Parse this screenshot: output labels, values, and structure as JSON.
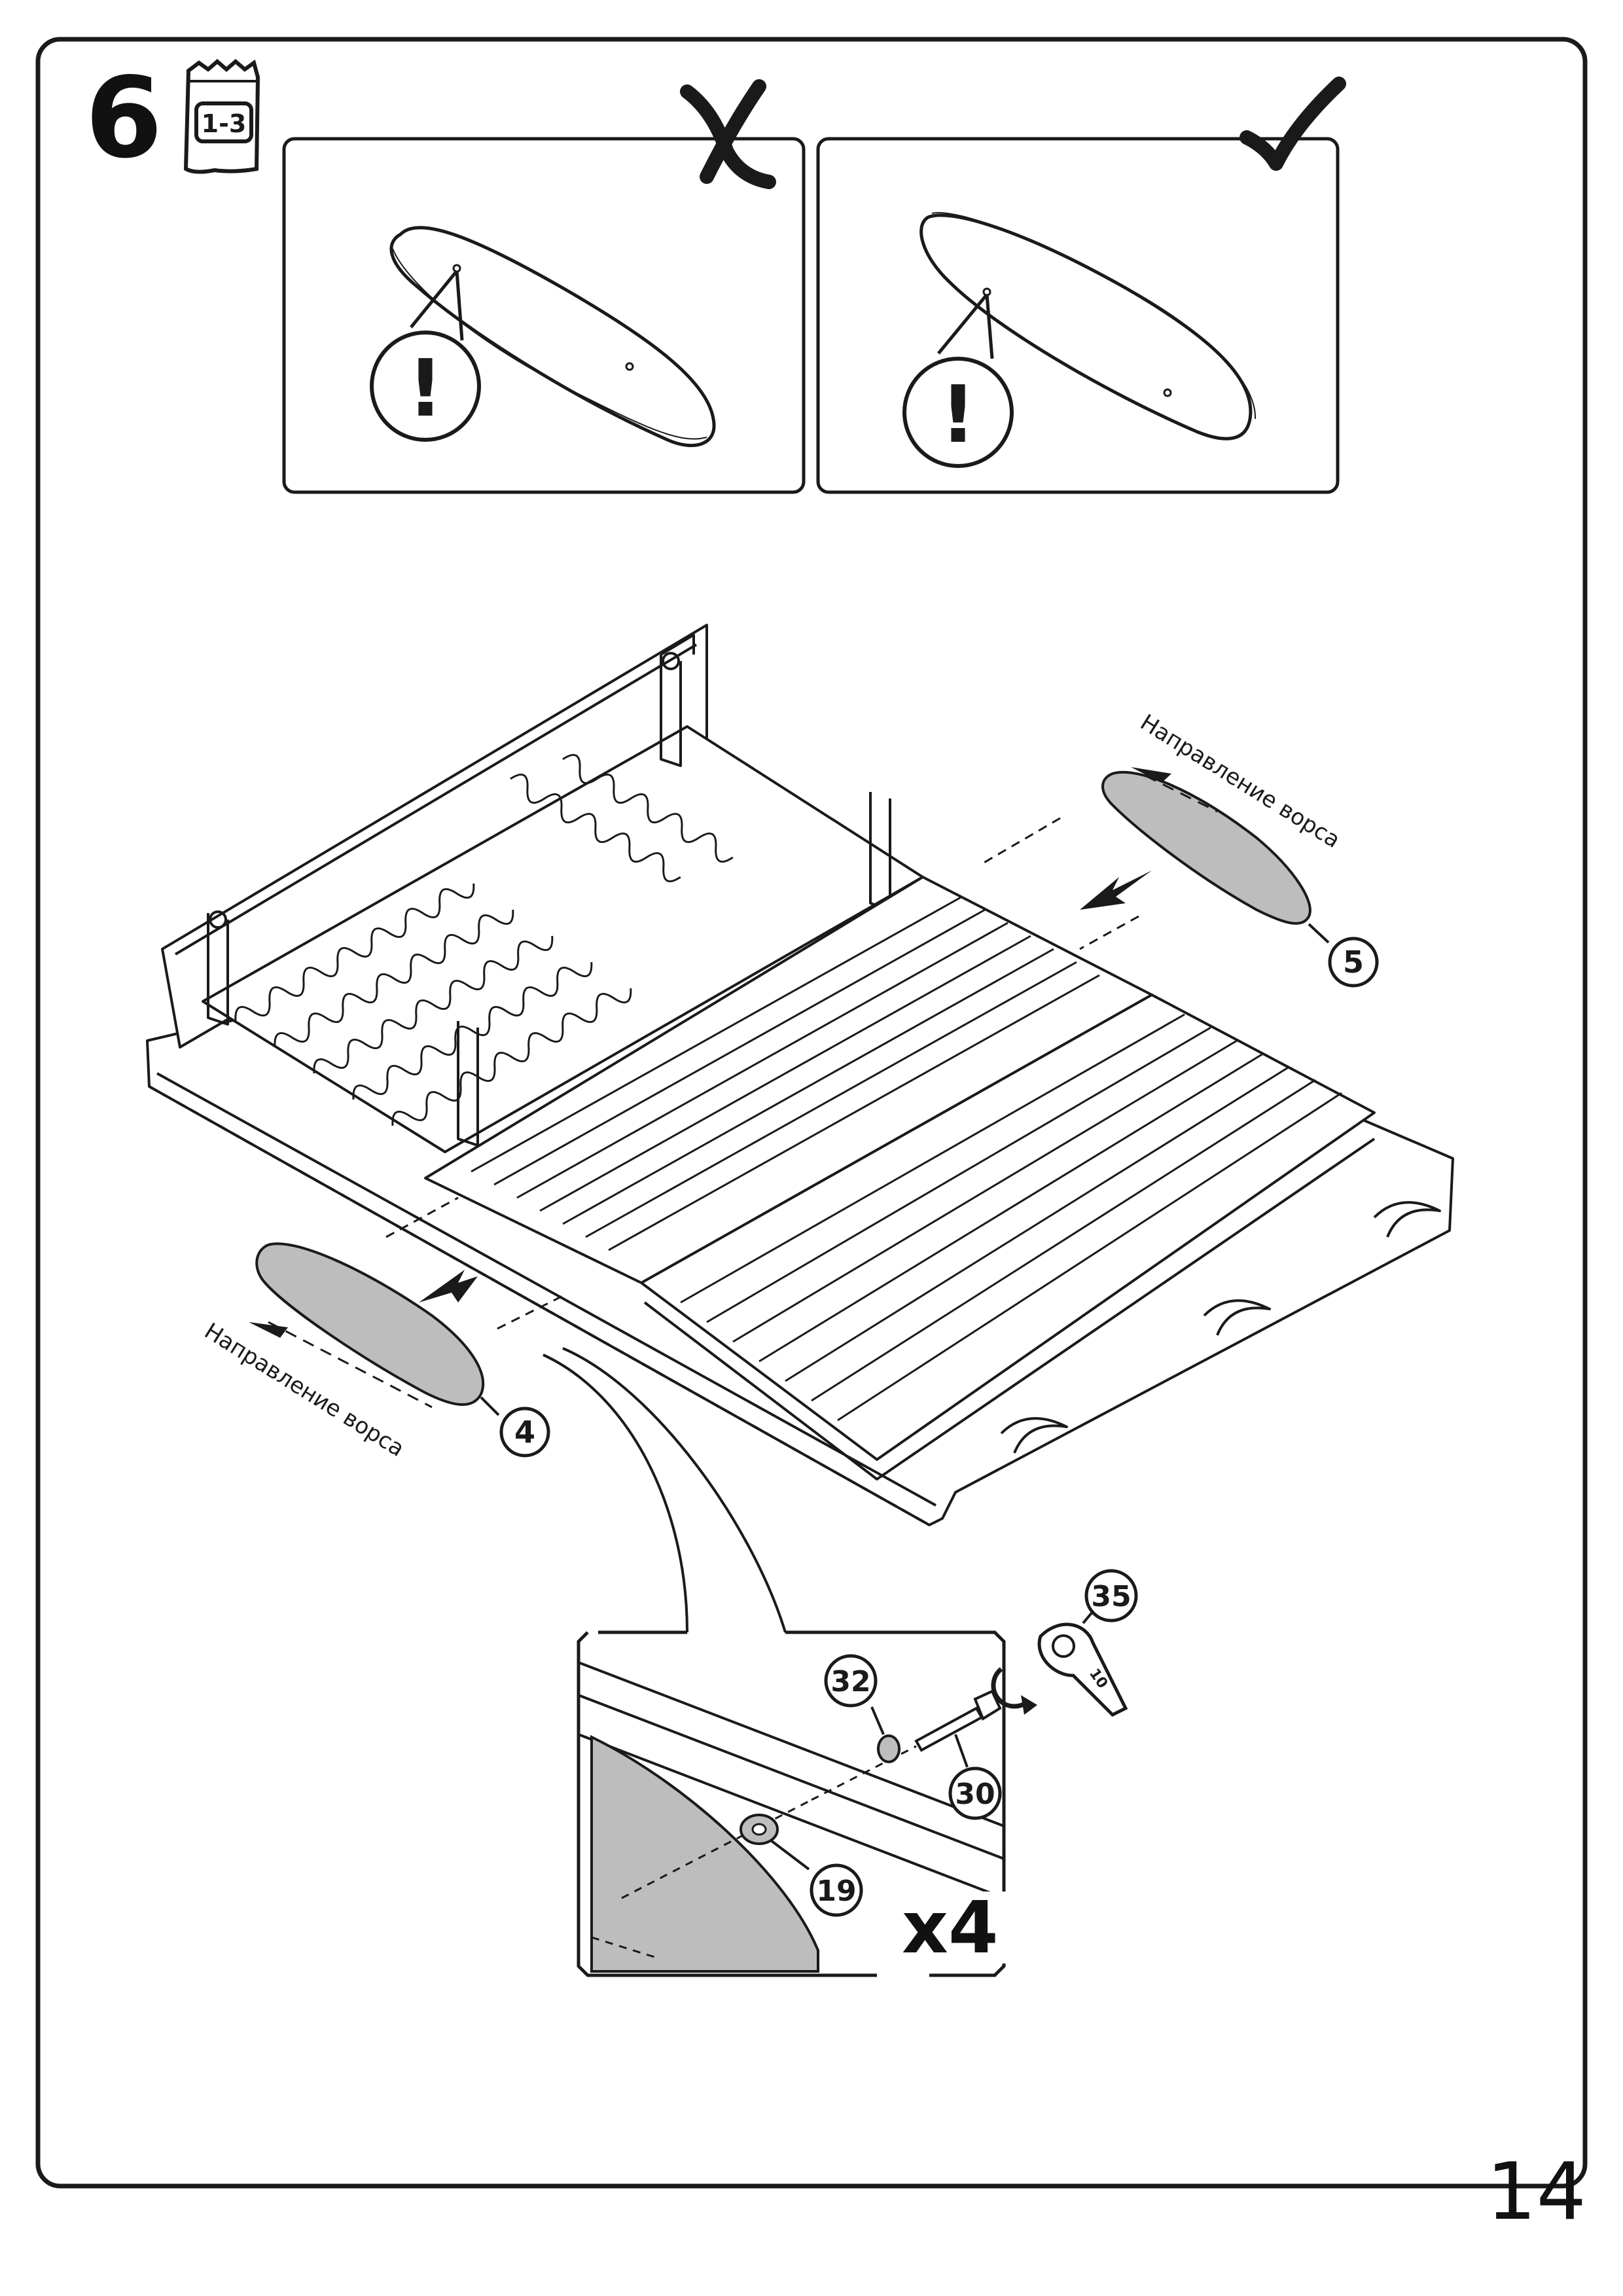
{
  "step": {
    "number": "6"
  },
  "hardware_bag": {
    "label": "1-3",
    "icon": "hardware-bag-icon"
  },
  "wrong_panel": {
    "mark": "cross-mark-icon",
    "warning": "!"
  },
  "right_panel": {
    "mark": "check-mark-icon",
    "warning": "!"
  },
  "parts": {
    "left_panel_id": "4",
    "right_panel_id": "5",
    "washer_large_id": "19",
    "washer_small_id": "32",
    "bolt_id": "30",
    "wrench_id": "35",
    "wrench_size": "10"
  },
  "pile_direction": {
    "left_label": "Направление ворса",
    "right_label": "Направление ворса"
  },
  "detail": {
    "multiplier": "x4"
  },
  "page": {
    "number": "14"
  },
  "colors": {
    "panel_fill": "#bdbdbd",
    "line": "#1a1a1a"
  }
}
